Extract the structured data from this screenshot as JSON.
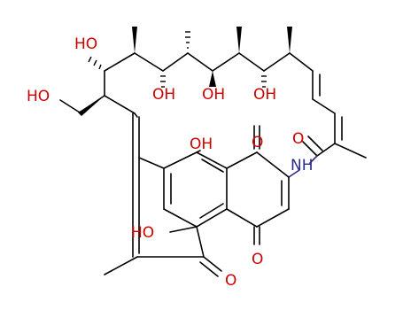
{
  "labels": {
    "ho_top_left": "HO",
    "ho_side_chain": "HO",
    "oh_c1": "OH",
    "oh_c2": "OH",
    "oh_c3": "OH",
    "oh_arom_top": "OH",
    "o_quinone_top": "O",
    "o_amide": "O",
    "nh": "NH",
    "ho_arom_left": "HO",
    "o_quinone_bottom": "O",
    "o_ketone": "O"
  },
  "colors": {
    "bond": "#000000",
    "oxygen": "#cc0000",
    "nitrogen": "#2a2a8c",
    "background": "#ffffff"
  }
}
